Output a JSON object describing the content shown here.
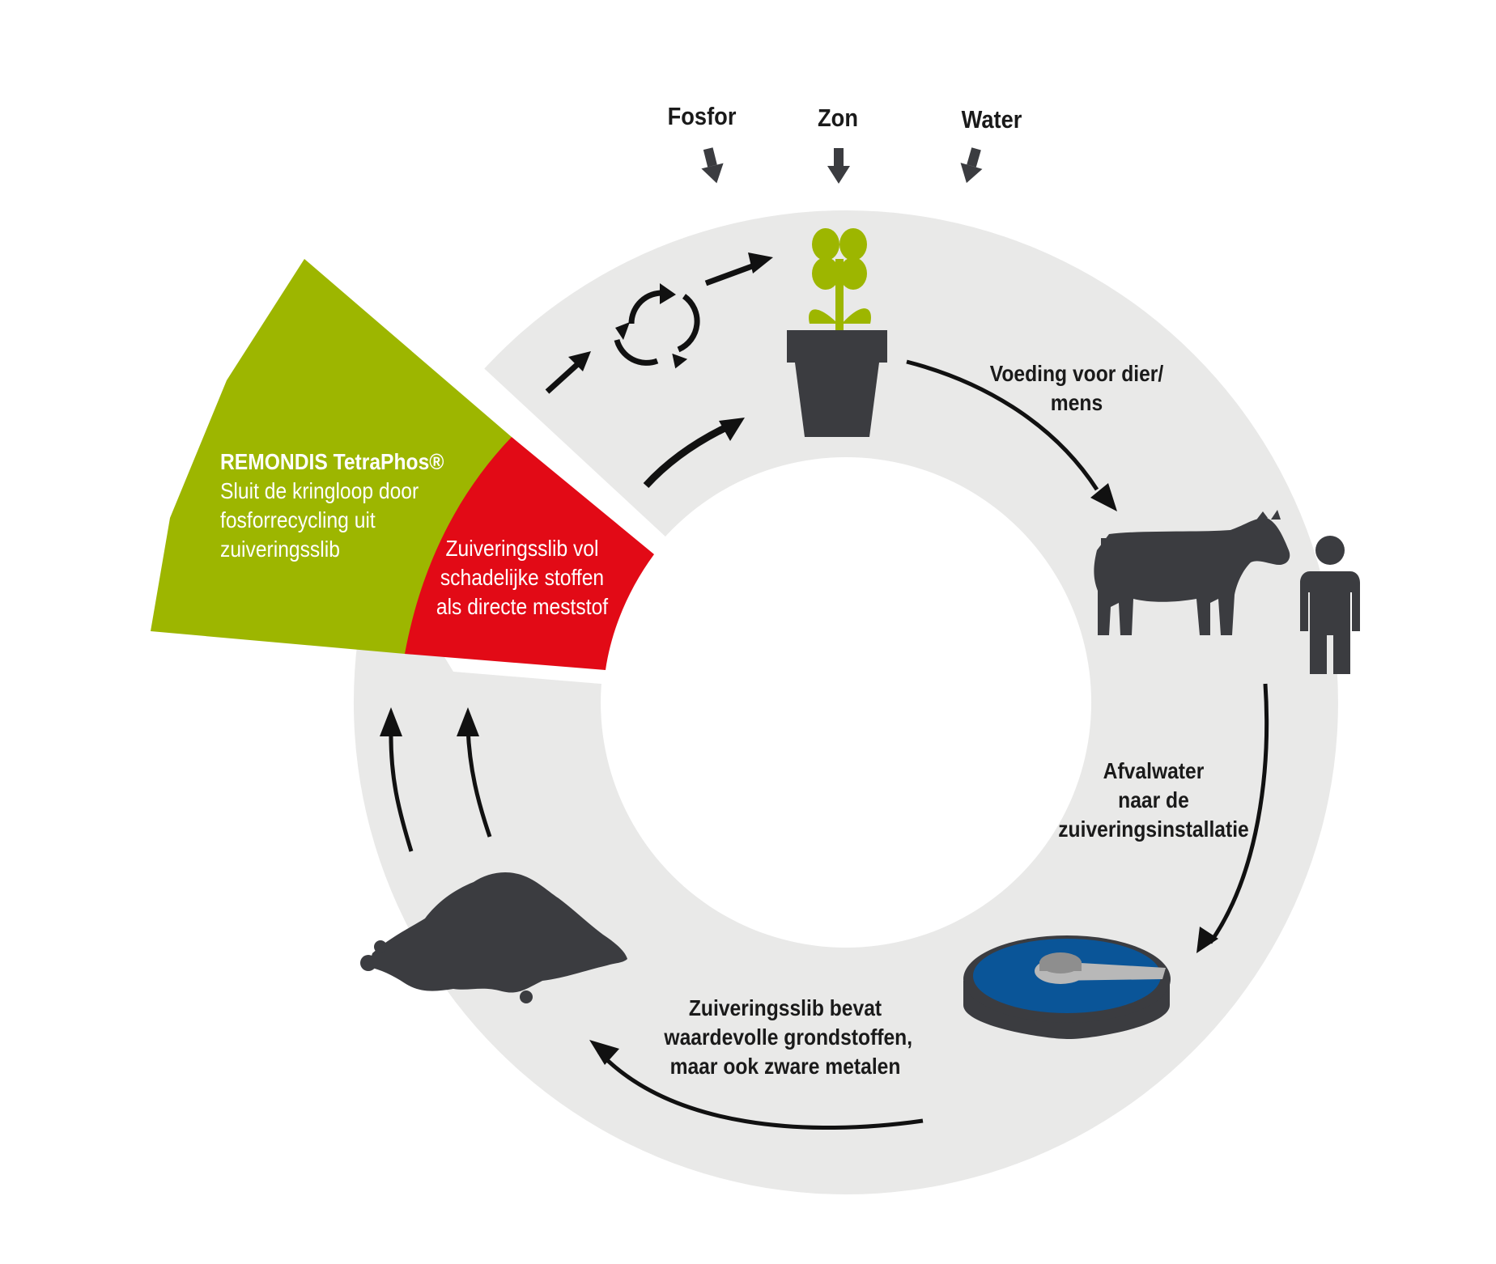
{
  "inputs": {
    "phosphor": "Fosfor",
    "sun": "Zon",
    "water": "Water"
  },
  "steps": {
    "food": [
      "Voeding voor dier/",
      "mens"
    ],
    "wastewater": [
      "Afvalwater",
      "naar de",
      "zuiveringsinstallatie"
    ],
    "sludge": [
      "Zuiveringsslib bevat",
      "waardevolle grondstoffen,",
      "maar ook zware metalen"
    ]
  },
  "tetraphos": {
    "title": "REMONDIS TetraPhos®",
    "lines": [
      "Sluit de kringloop door",
      "fosforrecycling uit",
      "zuiveringsslib"
    ]
  },
  "direct": {
    "lines": [
      "Zuiveringsslib vol",
      "schadelijke stoffen",
      "als directe meststof"
    ]
  },
  "colors": {
    "ring": "#e9e9e8",
    "green": "#9db600",
    "red": "#e20a16",
    "icon": "#3b3c40",
    "plant": "#9db600",
    "basin_water": "#0a5598",
    "arrow": "#111111"
  },
  "icons": [
    "flower-pot-icon",
    "cow-icon",
    "person-icon",
    "treatment-basin-icon",
    "sludge-pile-icon",
    "recycle-icon"
  ]
}
